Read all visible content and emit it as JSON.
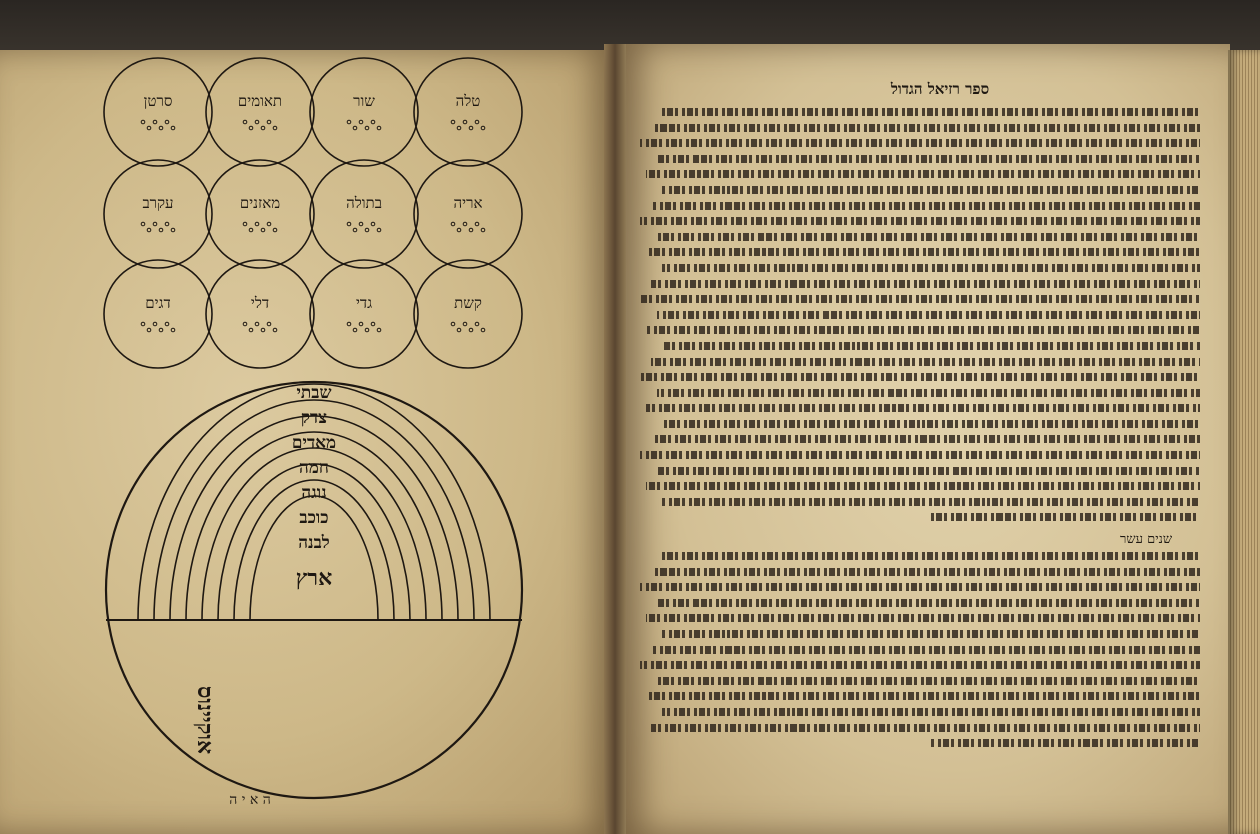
{
  "running_head": "ספר רזיאל הגדול",
  "zodiac_signs": [
    "טלה",
    "שור",
    "תאומים",
    "סרטן",
    "אריה",
    "בתולה",
    "מאזנים",
    "עקרב",
    "קשת",
    "גדי",
    "דלי",
    "דגים"
  ],
  "planets": [
    "שבתי",
    "צדק",
    "מאדים",
    "חמה",
    "נוגה",
    "כוכב",
    "לבנה"
  ],
  "earth_label": "ארץ",
  "ocean_label": "אוקיינוס",
  "folio": "ה א י ה",
  "subsection_heading": "שנים עשר"
}
